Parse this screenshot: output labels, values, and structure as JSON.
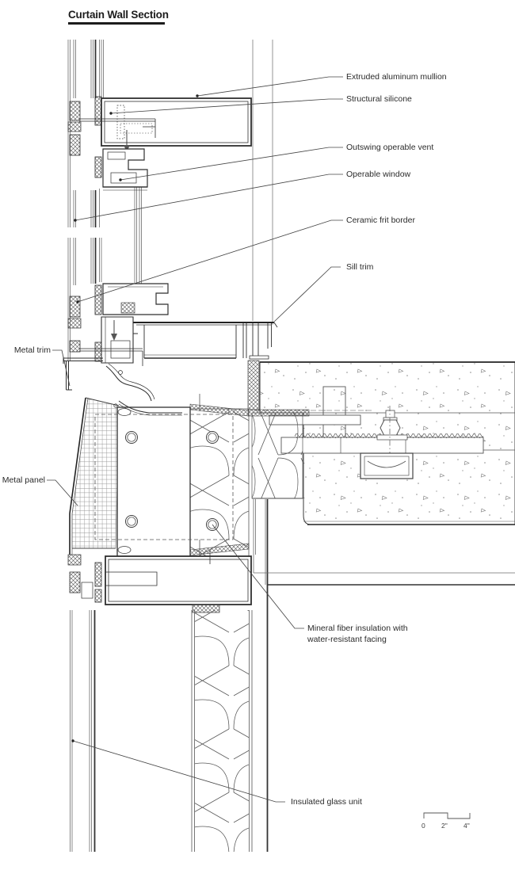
{
  "title": "Curtain Wall Section",
  "callouts": {
    "extruded_aluminum_mullion": "Extruded aluminum mullion",
    "structural_silicone": "Structural silicone",
    "outswing_operable_vent": "Outswing operable vent",
    "operable_window": "Operable window",
    "ceramic_frit_border": "Ceramic frit border",
    "sill_trim": "Sill trim",
    "metal_trim": "Metal trim",
    "metal_panel": "Metal panel",
    "mineral_fiber_line1": "Mineral fiber insulation with",
    "mineral_fiber_line2": "water-resistant facing",
    "insulated_glass_unit": "Insulated glass unit"
  },
  "scale_bar": {
    "tick0": "0",
    "tick2": "2\"",
    "tick4": "4\""
  },
  "colors": {
    "ink": "#2d2d2d",
    "thin_line": "#666666",
    "background": "#ffffff"
  }
}
